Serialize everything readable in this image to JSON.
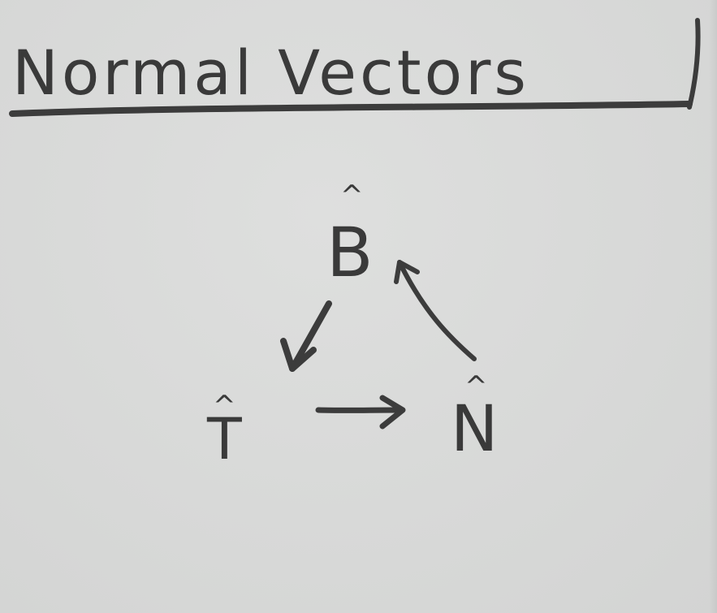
{
  "title": "Normal Vectors",
  "vectors": {
    "b": {
      "letter": "B",
      "hat": "^"
    },
    "t": {
      "letter": "T",
      "hat": "^"
    },
    "n": {
      "letter": "N",
      "hat": "^"
    }
  }
}
